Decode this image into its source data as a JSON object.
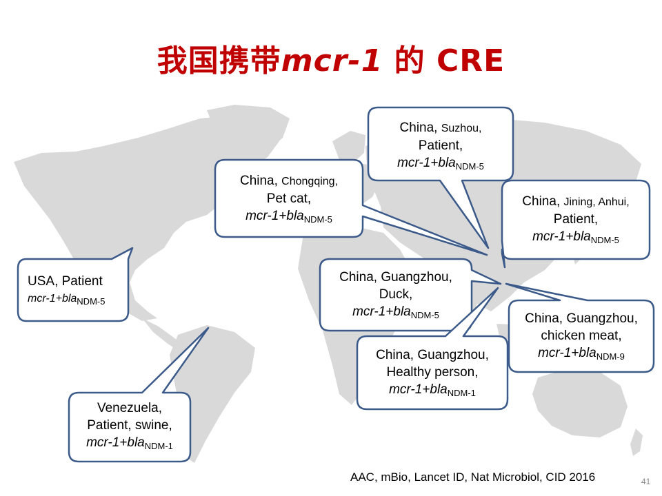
{
  "title": {
    "prefix": "我国携带",
    "gene": "mcr-1",
    "suffix": " 的 CRE"
  },
  "callouts": [
    {
      "id": "usa",
      "line1": "USA, Patient",
      "gene": "mcr-1+bla",
      "sub": "NDM-5"
    },
    {
      "id": "venezuela",
      "line1": "Venezuela,",
      "line2": "Patient, swine,",
      "gene": "mcr-1+bla",
      "sub": "NDM-1"
    },
    {
      "id": "chongqing",
      "country": "China,",
      "city": "Chongqing,",
      "line2": "Pet cat,",
      "gene": "mcr-1+bla",
      "sub": "NDM-5"
    },
    {
      "id": "suzhou",
      "country": "China,",
      "city": "Suzhou,",
      "line2": "Patient,",
      "gene": "mcr-1+bla",
      "sub": "NDM-5"
    },
    {
      "id": "jining",
      "country": "China,",
      "city": "Jining, Anhui,",
      "line2": "Patient,",
      "gene": "mcr-1+bla",
      "sub": "NDM-5"
    },
    {
      "id": "gz-duck",
      "line1": "China, Guangzhou,",
      "line2": "Duck,",
      "gene": "mcr-1+bla",
      "sub": "NDM-5"
    },
    {
      "id": "gz-chicken",
      "line1": "China, Guangzhou,",
      "line2": "chicken meat,",
      "gene": "mcr-1+bla",
      "sub": "NDM-9"
    },
    {
      "id": "gz-healthy",
      "line1": "China, Guangzhou,",
      "line2": "Healthy person,",
      "gene": "mcr-1+bla",
      "sub": "NDM-1"
    }
  ],
  "source": "AAC, mBio, Lancet ID, Nat Microbiol, CID 2016",
  "page_number": "41",
  "colors": {
    "title": "#c00000",
    "callout_border": "#3b5a8a",
    "map_land": "#d9d9d9"
  }
}
